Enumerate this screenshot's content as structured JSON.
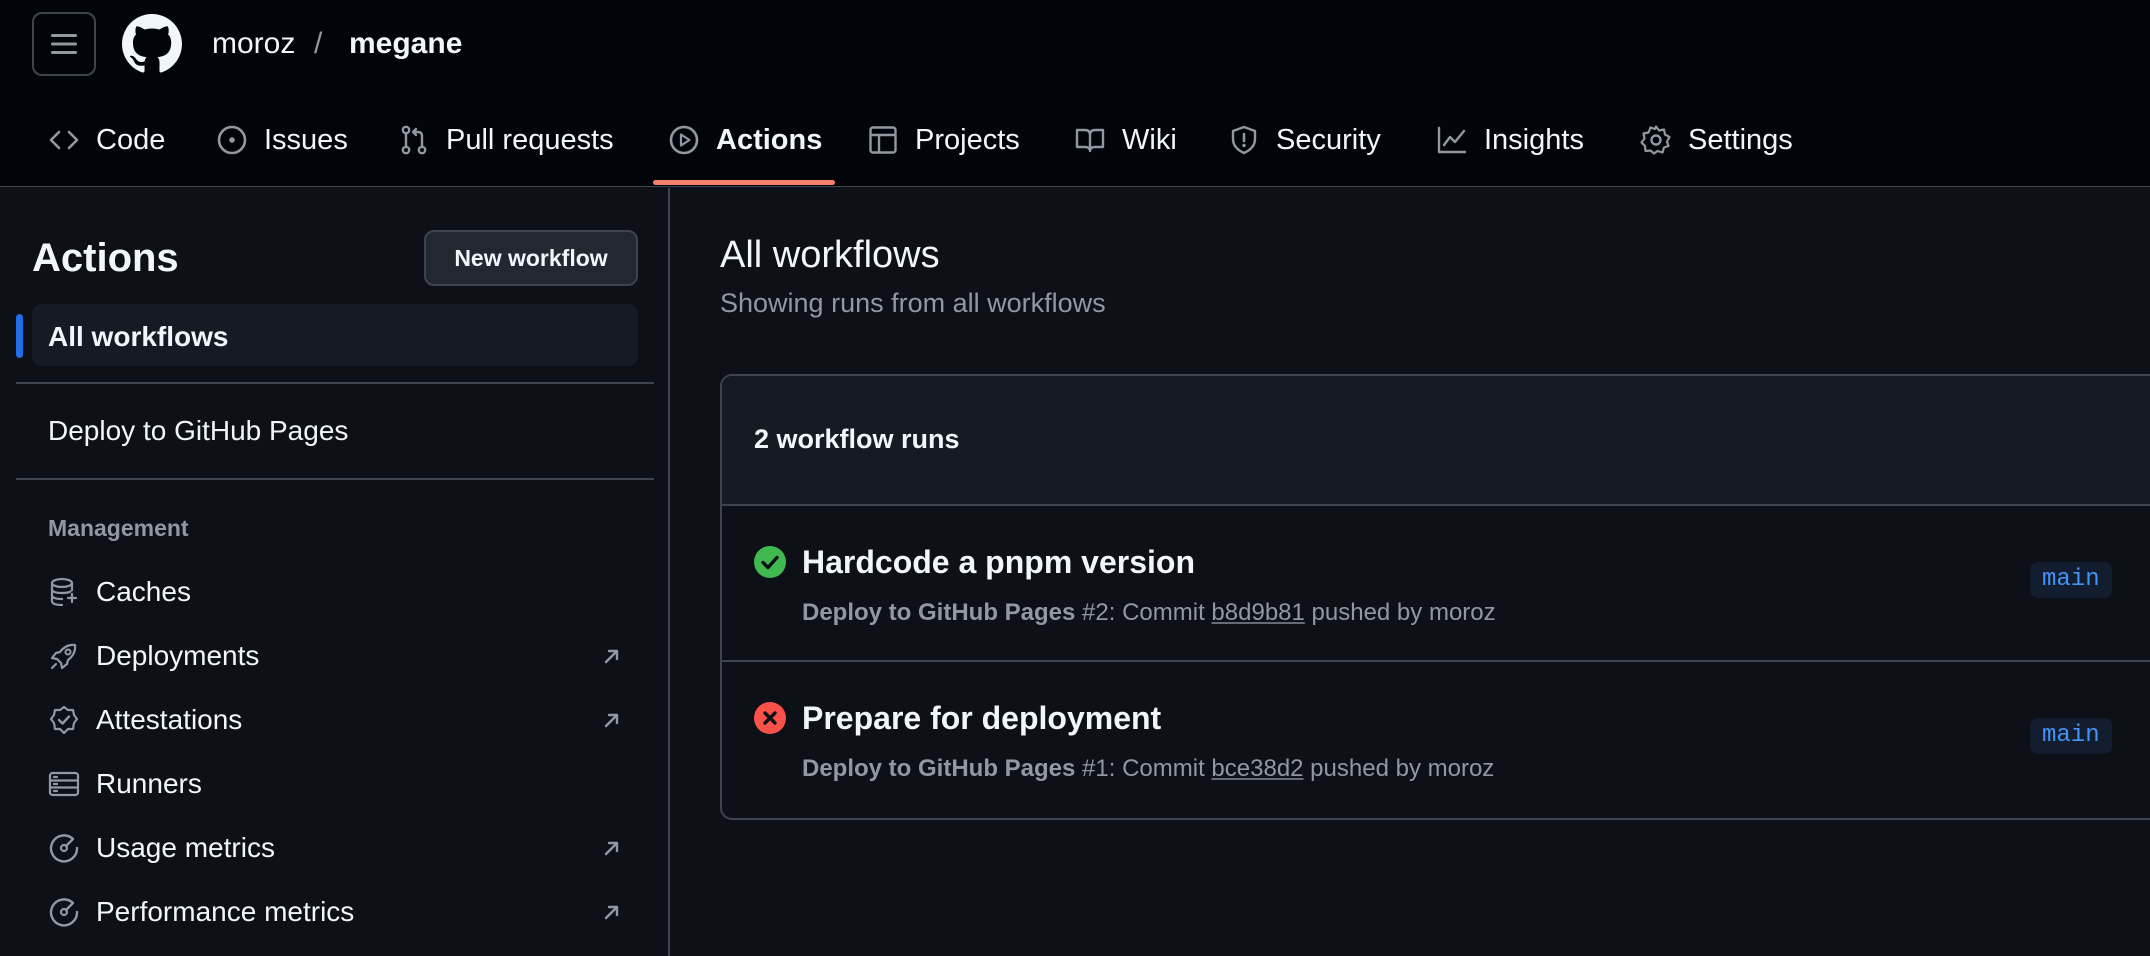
{
  "header": {
    "breadcrumb": {
      "owner": "moroz",
      "separator": "/",
      "repo": "megane"
    },
    "tabs": [
      {
        "label": "Code",
        "icon": "code-icon"
      },
      {
        "label": "Issues",
        "icon": "issue-opened-icon"
      },
      {
        "label": "Pull requests",
        "icon": "git-pull-request-icon"
      },
      {
        "label": "Actions",
        "icon": "play-icon",
        "active": true
      },
      {
        "label": "Projects",
        "icon": "table-icon"
      },
      {
        "label": "Wiki",
        "icon": "book-icon"
      },
      {
        "label": "Security",
        "icon": "shield-icon"
      },
      {
        "label": "Insights",
        "icon": "graph-icon"
      },
      {
        "label": "Settings",
        "icon": "gear-icon"
      }
    ]
  },
  "sidebar": {
    "title": "Actions",
    "new_workflow_label": "New workflow",
    "all_workflows_label": "All workflows",
    "workflows": [
      "Deploy to GitHub Pages"
    ],
    "management_heading": "Management",
    "management_items": [
      {
        "label": "Caches",
        "icon": "database-icon",
        "external": false
      },
      {
        "label": "Deployments",
        "icon": "rocket-icon",
        "external": true
      },
      {
        "label": "Attestations",
        "icon": "verified-icon",
        "external": true
      },
      {
        "label": "Runners",
        "icon": "server-icon",
        "external": false
      },
      {
        "label": "Usage metrics",
        "icon": "meter-icon",
        "external": true
      },
      {
        "label": "Performance metrics",
        "icon": "meter-icon",
        "external": true
      }
    ]
  },
  "main": {
    "title": "All workflows",
    "subtitle": "Showing runs from all workflows",
    "runs_count": "2 workflow runs",
    "runs": [
      {
        "status": "success",
        "title": "Hardcode a pnpm version",
        "workflow": "Deploy to GitHub Pages",
        "run_number": "#2",
        "commit_prefix": ": Commit ",
        "sha": "b8d9b81",
        "pushed_by": " pushed by moroz",
        "branch": "main"
      },
      {
        "status": "failure",
        "title": "Prepare for deployment",
        "workflow": "Deploy to GitHub Pages",
        "run_number": "#1",
        "commit_prefix": ": Commit ",
        "sha": "bce38d2",
        "pushed_by": " pushed by moroz",
        "branch": "main"
      }
    ]
  },
  "colors": {
    "background": "#0d1117",
    "header_bg": "#010409",
    "accent_underline": "#f78166",
    "selected_indicator": "#1f6feb",
    "success": "#3fb950",
    "failure": "#f85149",
    "branch_text": "#4493f8"
  }
}
